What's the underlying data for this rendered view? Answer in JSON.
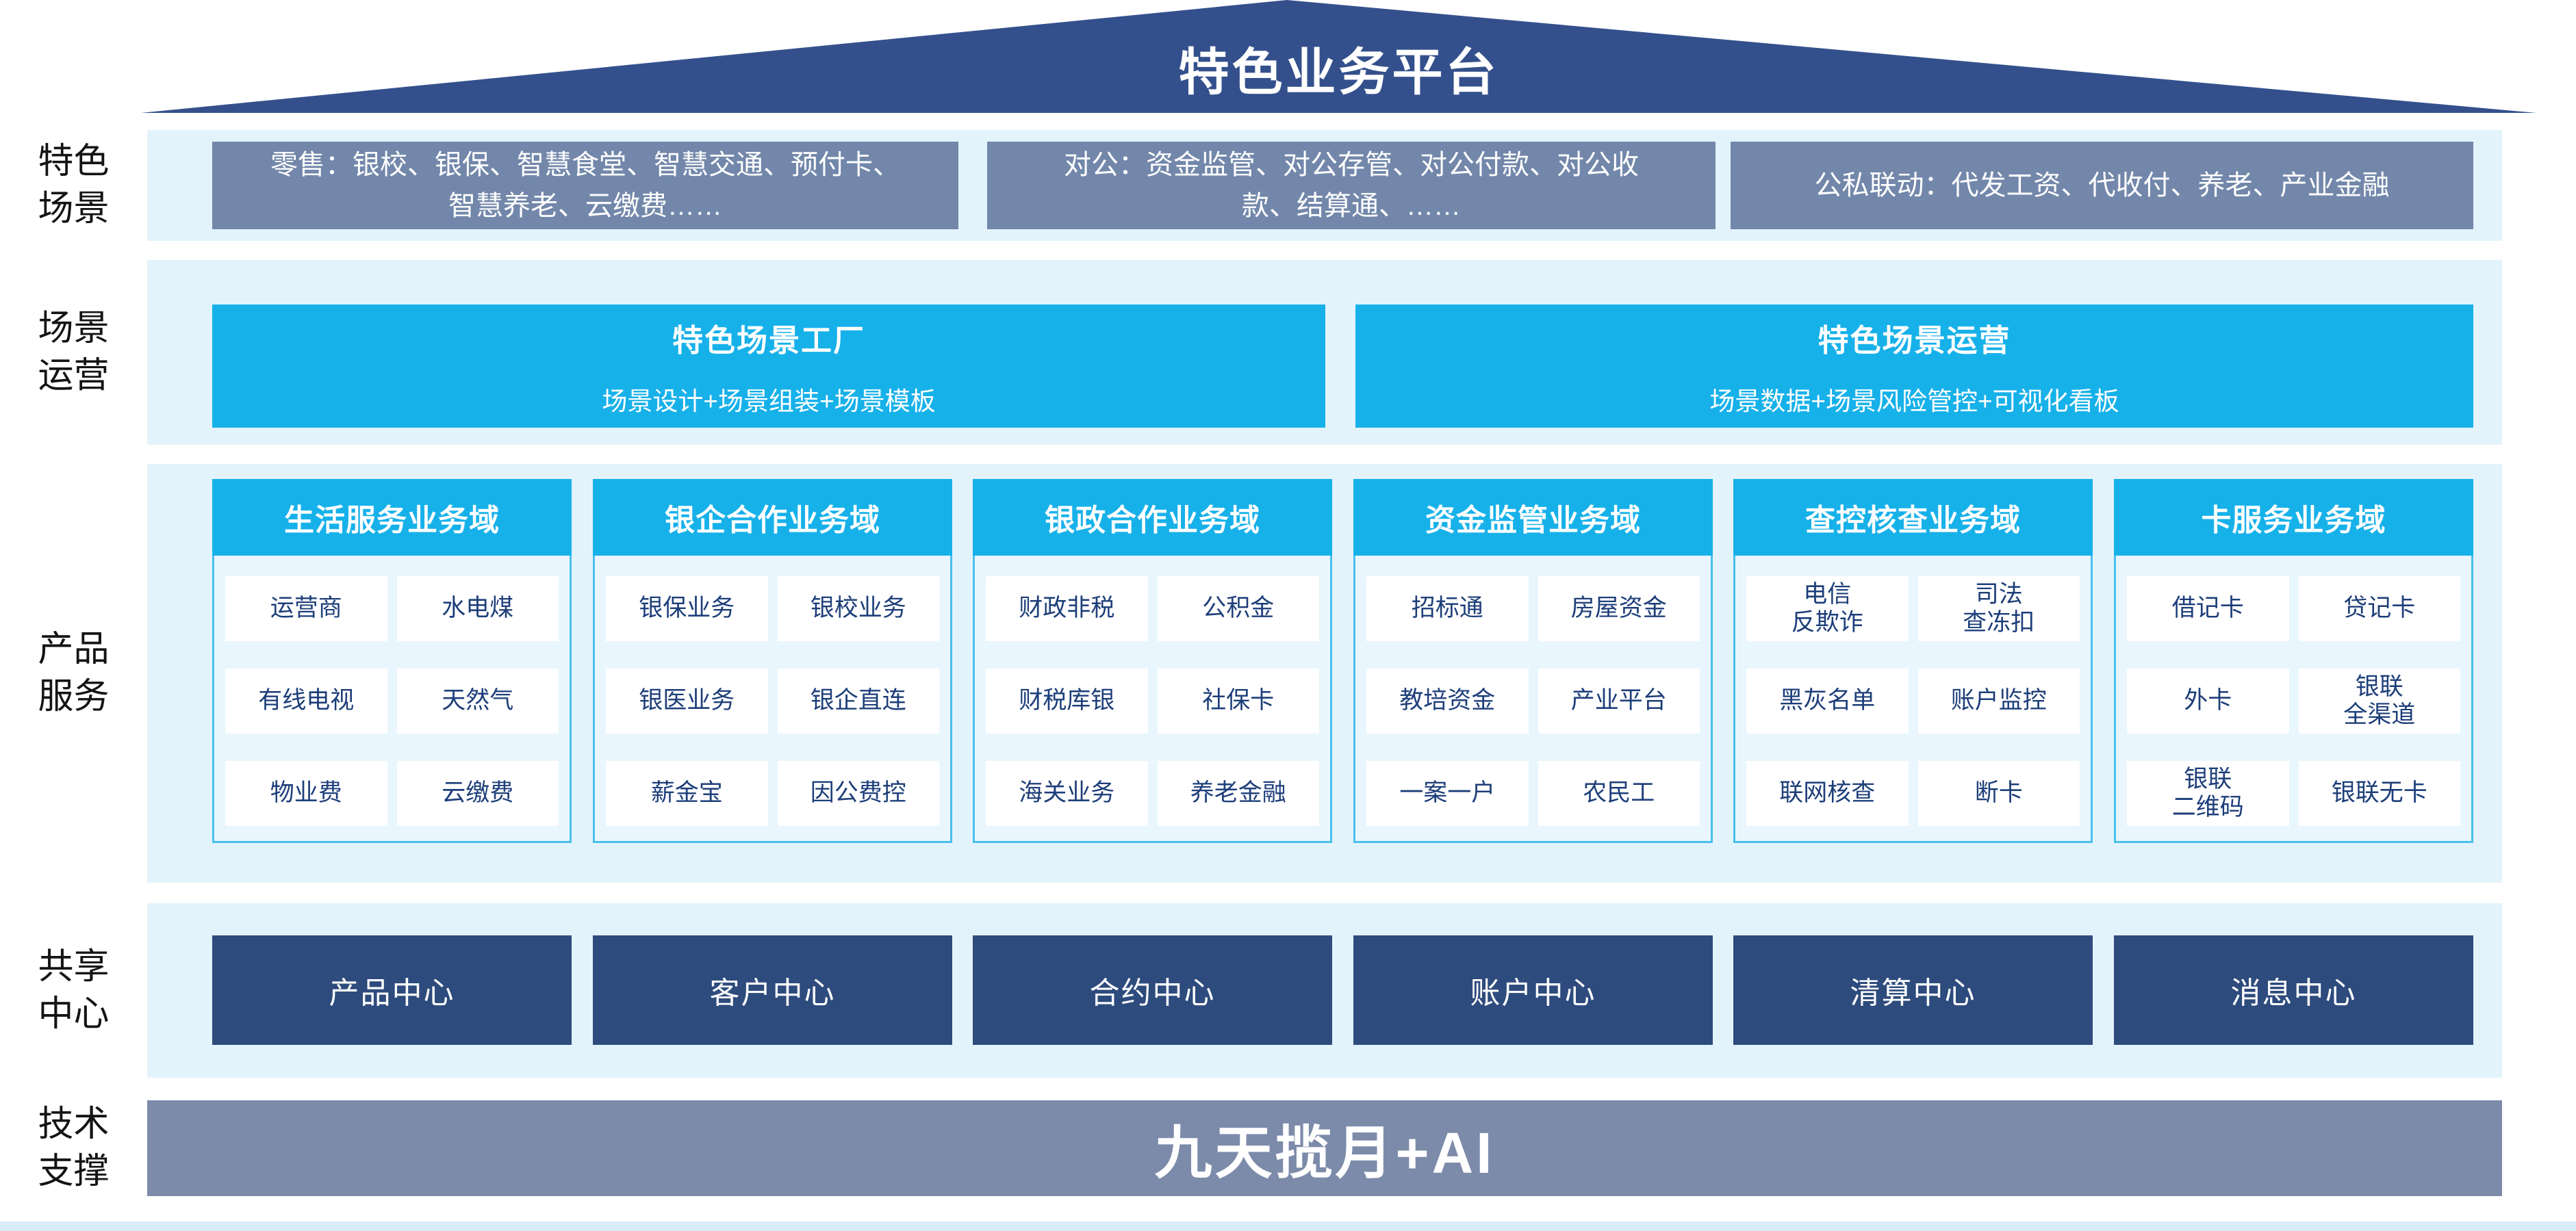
{
  "title": "特色业务平台",
  "rows": {
    "scenarios": {
      "label": "特色\n场景",
      "boxes": [
        "零售：银校、银保、智慧食堂、智慧交通、预付卡、智慧养老、云缴费……",
        "对公：资金监管、对公存管、对公付款、对公收款、结算通、……",
        "公私联动：代发工资、代收付、养老、产业金融"
      ]
    },
    "operations": {
      "label": "场景\n运营",
      "boxes": [
        {
          "title": "特色场景工厂",
          "subtitle": "场景设计+场景组装+场景模板"
        },
        {
          "title": "特色场景运营",
          "subtitle": "场景数据+场景风险管控+可视化看板"
        }
      ]
    },
    "products": {
      "label": "产品\n服务",
      "columns": [
        {
          "header": "生活服务业务域",
          "cells": [
            "运营商",
            "水电煤",
            "有线电视",
            "天然气",
            "物业费",
            "云缴费"
          ]
        },
        {
          "header": "银企合作业务域",
          "cells": [
            "银保业务",
            "银校业务",
            "银医业务",
            "银企直连",
            "薪金宝",
            "因公费控"
          ]
        },
        {
          "header": "银政合作业务域",
          "cells": [
            "财政非税",
            "公积金",
            "财税库银",
            "社保卡",
            "海关业务",
            "养老金融"
          ]
        },
        {
          "header": "资金监管业务域",
          "cells": [
            "招标通",
            "房屋资金",
            "教培资金",
            "产业平台",
            "一案一户",
            "农民工"
          ]
        },
        {
          "header": "查控核查业务域",
          "cells": [
            "电信\n反欺诈",
            "司法\n查冻扣",
            "黑灰名单",
            "账户监控",
            "联网核查",
            "断卡"
          ]
        },
        {
          "header": "卡服务业务域",
          "cells": [
            "借记卡",
            "贷记卡",
            "外卡",
            "银联\n全渠道",
            "银联\n二维码",
            "银联无卡"
          ]
        }
      ]
    },
    "centers": {
      "label": "共享\n中心",
      "boxes": [
        "产品中心",
        "客户中心",
        "合约中心",
        "账户中心",
        "清算中心",
        "消息中心"
      ]
    },
    "tech": {
      "label": "技术\n支撑",
      "bar": "九天揽月+AI"
    }
  },
  "colors": {
    "roof_navy": "#34508c",
    "scenario_slate": "#7287aa",
    "accent_cyan": "#17b1ea",
    "strip_light_blue": "#e3f3fc",
    "panel_light_blue": "#e9f6fd",
    "panel_border_cyan": "#49c0ec",
    "cell_text_navy": "#1d3e79",
    "center_navy": "#2e4b7d",
    "tech_slate": "#7d8baa"
  }
}
